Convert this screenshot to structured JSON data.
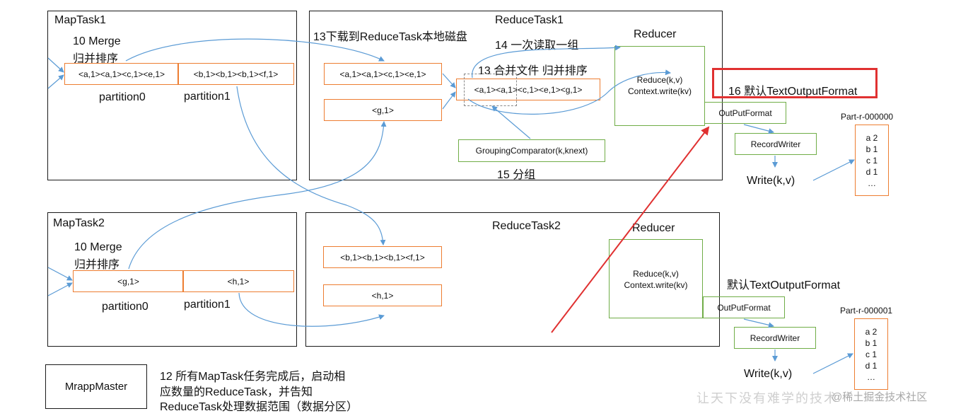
{
  "map1": {
    "title": "MapTask1",
    "merge_line1": "10 Merge",
    "merge_line2": "归并排序",
    "p0_content": "<a,1><a,1><c,1><e,1>",
    "p1_content": "<b,1><b,1><b,1><f,1>",
    "p0_label": "partition0",
    "p1_label": "partition1"
  },
  "map2": {
    "title": "MapTask2",
    "merge_line1": "10 Merge",
    "merge_line2": "归并排序",
    "p0_content": "<g,1>",
    "p1_content": "<h,1>",
    "p0_label": "partition0",
    "p1_label": "partition1"
  },
  "reduce1": {
    "title": "ReduceTask1",
    "download_label": "13下载到ReduceTask本地磁盘",
    "read_label": "14 一次读取一组",
    "merge_label": "13 合并文件 归并排序",
    "data1": "<a,1><a,1><c,1><e,1>",
    "data2": "<g,1>",
    "merged": "<a,1><a,1><c,1><e,1><g,1>",
    "comparator": "GroupingComparator(k,knext)",
    "group_label": "15 分组",
    "reducer_title": "Reducer",
    "reduce_call": "Reduce(k,v)",
    "context_write": "Context.write(kv)"
  },
  "reduce2": {
    "title": "ReduceTask2",
    "data1": "<b,1><b,1><b,1><f,1>",
    "data2": "<h,1>",
    "reducer_title": "Reducer",
    "reduce_call": "Reduce(k,v)",
    "context_write": "Context.write(kv)"
  },
  "output1": {
    "highlight_label": "16 默认TextOutputFormat",
    "format": "OutPutFormat",
    "writer": "RecordWriter",
    "write": "Write(k,v)",
    "file_name": "Part-r-000000",
    "file_lines": [
      "a 2",
      "b 1",
      "c 1",
      "d 1",
      "…"
    ]
  },
  "output2": {
    "default_label": "默认TextOutputFormat",
    "format": "OutPutFormat",
    "writer": "RecordWriter",
    "write": "Write(k,v)",
    "file_name": "Part-r-000001",
    "file_lines": [
      "a 2",
      "b 1",
      "c 1",
      "d 1",
      "…"
    ]
  },
  "master": {
    "title": "MrappMaster",
    "note_line1": "12 所有MapTask任务完成后，启动相",
    "note_line2": "应数量的ReduceTask，并告知",
    "note_line3": "ReduceTask处理数据范围（数据分区）"
  },
  "watermark": {
    "text": "让天下没有难学的技术",
    "credit": "@稀土掘金技术社区"
  },
  "colors": {
    "border": "#1a1a1a",
    "orange": "#ed7d31",
    "green": "#70ad47",
    "red": "#e03131",
    "arrow": "#5b9bd5"
  }
}
